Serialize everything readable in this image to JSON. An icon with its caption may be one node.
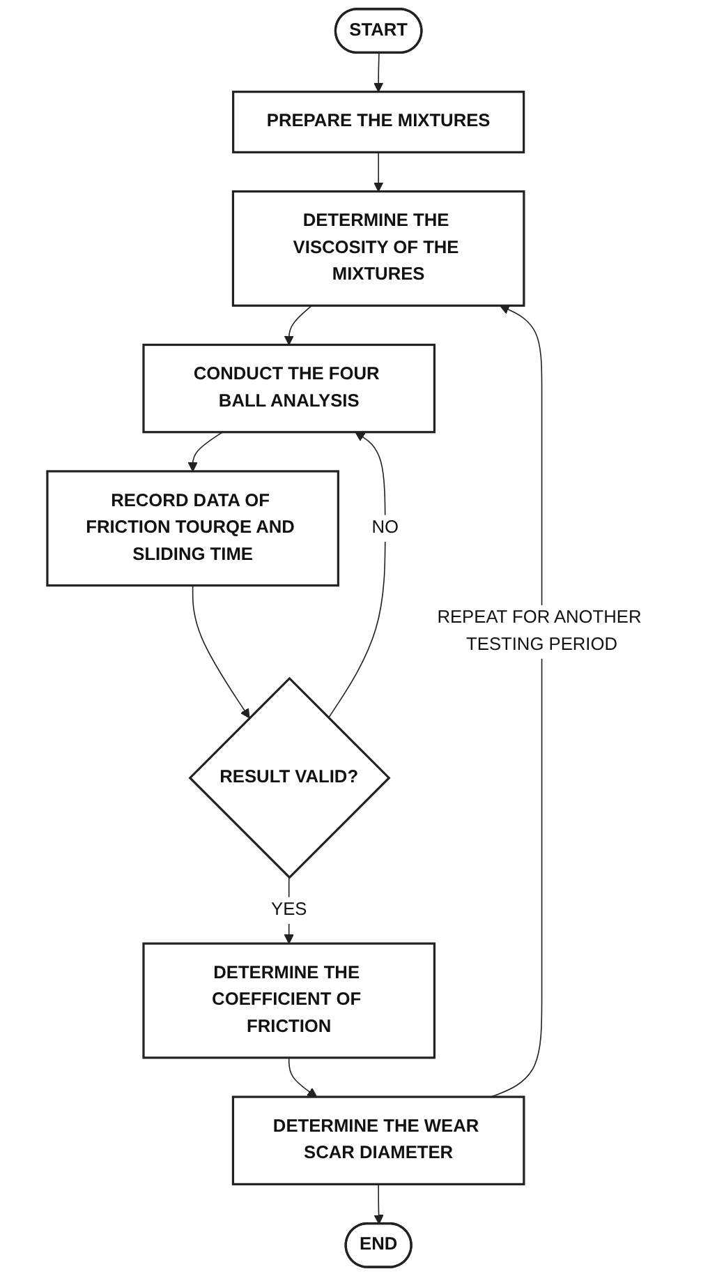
{
  "diagram": {
    "nodes": [
      {
        "text": [
          "START"
        ]
      },
      {
        "text": [
          "PREPARE THE MIXTURES"
        ]
      },
      {
        "text": [
          "DETERMINE THE VISCOSITY OF THE MIXTURES"
        ]
      },
      {
        "text": [
          "CONDUCT THE FOUR BALL ANALYSIS"
        ]
      },
      {
        "text": [
          "RECORD DATA OF FRICTION TOURQE AND SLIDING TIME"
        ]
      },
      {
        "text": [
          "RESULT VALID?"
        ]
      },
      {
        "text": [
          "DETERMINE THE COEFFICIENT OF FRICTION"
        ]
      },
      {
        "text": [
          "DETERMINE THE WEAR SCAR DIAMETER"
        ]
      },
      {
        "text": [
          "END"
        ]
      }
    ],
    "edges": [
      {
        "from": 0,
        "to": 1,
        "arrow": "to"
      },
      {
        "from": 1,
        "to": 2,
        "arrow": "to"
      },
      {
        "from": 2,
        "to": 3,
        "arrow": "to"
      },
      {
        "from": 3,
        "to": 4,
        "arrow": "to"
      },
      {
        "from": 4,
        "to": 5,
        "arrow": "to"
      },
      {
        "from": 5,
        "to": 6,
        "label": "YES",
        "arrow": "to"
      },
      {
        "from": 5,
        "to": 3,
        "label": "NO",
        "arrow": "to"
      },
      {
        "from": 6,
        "to": 7,
        "arrow": "to"
      },
      {
        "from": 7,
        "to": 2,
        "label": "REPEAT FOR ANOTHER TESTING PERIOD",
        "arrow": "to"
      },
      {
        "from": 7,
        "to": 8,
        "arrow": "to"
      }
    ]
  }
}
